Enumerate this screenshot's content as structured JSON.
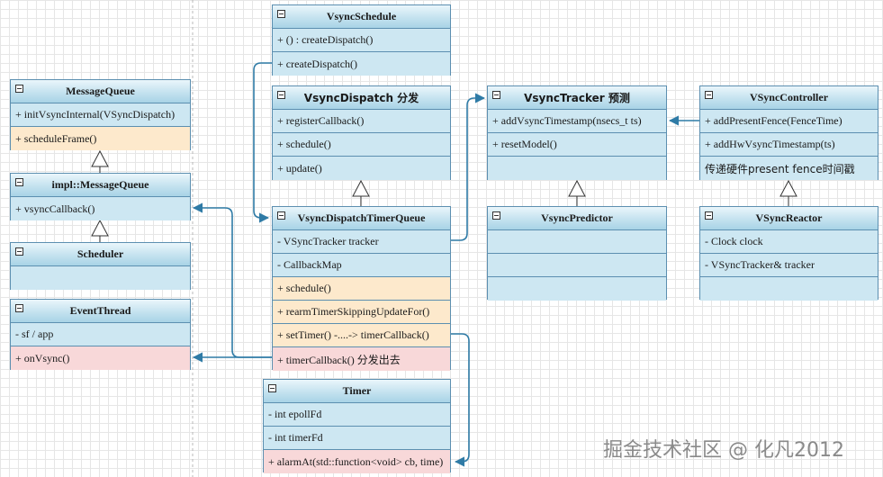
{
  "classes": {
    "vsync_schedule": {
      "name": "VsyncSchedule",
      "rows": [
        "+ () : createDispatch()",
        "+ createDispatch()"
      ]
    },
    "vsync_dispatch": {
      "name": "VsyncDispatch 分发",
      "rows": [
        "+ registerCallback()",
        "+ schedule()",
        "+ update()"
      ]
    },
    "vsync_dispatch_timer_queue": {
      "name": "VsyncDispatchTimerQueue",
      "rows": [
        "- VSyncTracker tracker",
        "-  CallbackMap",
        "+ schedule()",
        "+ rearmTimerSkippingUpdateFor()",
        "+ setTimer() -....-> timerCallback()",
        "+ timerCallback() 分发出去"
      ]
    },
    "timer": {
      "name": "Timer",
      "rows": [
        "- int epollFd",
        "- int timerFd",
        "+ alarmAt(std::function<void> cb, time)"
      ]
    },
    "vsync_tracker": {
      "name": "VsyncTracker 预测",
      "rows": [
        "+ addVsyncTimestamp(nsecs_t ts)",
        "+ resetModel()",
        ""
      ]
    },
    "vsync_predictor": {
      "name": "VsyncPredictor",
      "rows": [
        "",
        "",
        ""
      ]
    },
    "vsync_controller": {
      "name": "VSyncController",
      "rows": [
        "+ addPresentFence(FenceTime)",
        "+ addHwVsyncTimestamp(ts)",
        "传递硬件present fence时间戳"
      ]
    },
    "vsync_reactor": {
      "name": "VSyncReactor",
      "rows": [
        "- Clock clock",
        "- VSyncTracker& tracker",
        ""
      ]
    },
    "message_queue": {
      "name": "MessageQueue",
      "rows": [
        "+ initVsyncInternal(VSyncDispatch)",
        "+ scheduleFrame()"
      ]
    },
    "impl_message_queue": {
      "name": "impl::MessageQueue",
      "rows": [
        "+ vsyncCallback()"
      ]
    },
    "scheduler": {
      "name": "Scheduler",
      "rows": [
        ""
      ]
    },
    "event_thread": {
      "name": "EventThread",
      "rows": [
        "- sf / app",
        "+ onVsync()"
      ]
    }
  },
  "colors": {
    "attribute_row": "#cde7f2",
    "method_highlight": "#fde9cc",
    "callback_row": "#f8d8d9",
    "border": "#5c8fb0",
    "edge": "#2f7ba6"
  },
  "watermark": "掘金技术社区 @ 化凡2012"
}
